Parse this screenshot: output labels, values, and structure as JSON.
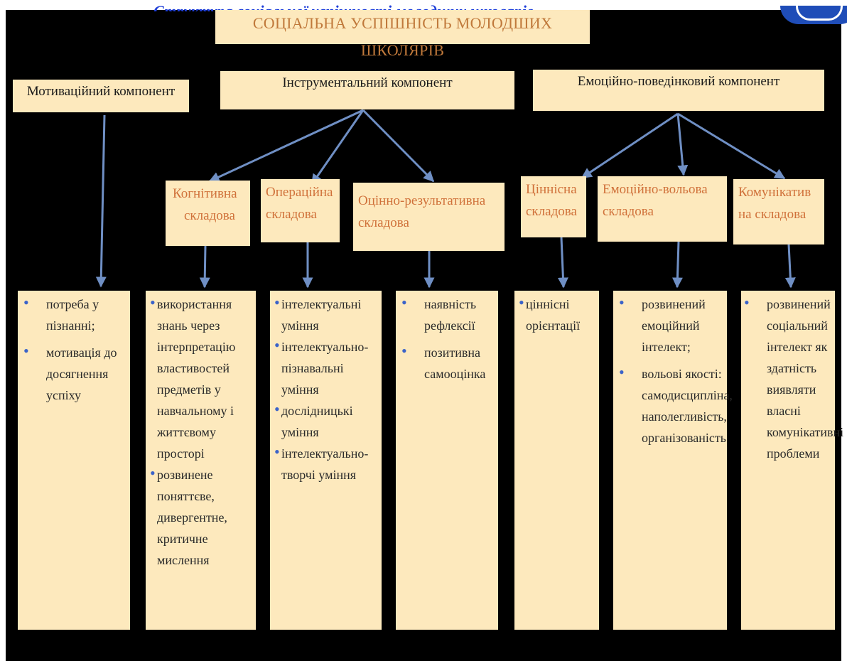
{
  "title": "СОЦІАЛЬНА УСПІШНІСТЬ МОЛОДШИХ ШКОЛЯРІВ",
  "top_caption": "Структура соціальної успішності молодших школярів",
  "colors": {
    "box_fill": "#fde9bd",
    "arrow": "#6f8fc4",
    "title_text": "#c0793b",
    "sub_text": "#d0713a",
    "bullet": "#3b63c9"
  },
  "components": {
    "motivational": "Мотиваційний компонент",
    "instrumental": "Інструментальний компонент",
    "emotional": "Емоційно-поведінковий компонент"
  },
  "subcomponents": {
    "cognitive": [
      "Когнітивна",
      "складова"
    ],
    "operational": [
      "Операційна",
      "складова"
    ],
    "evaluative": [
      "Оцінно-результативна",
      "складова"
    ],
    "value": [
      "Ціннісна",
      "складова"
    ],
    "emotional_volitional": [
      "Емоційно-вольова",
      "складова"
    ],
    "communicative": [
      "Комунікатив",
      "на складова"
    ]
  },
  "lists": {
    "motivational": [
      "потреба у пізнанні;",
      "мотивація до досягнення успіху"
    ],
    "cognitive": [
      "використання знань через інтерпретацію властивостей предметів у навчальному і життєвому просторі",
      "розвинене поняттєве, дивергентне, критичне мислення"
    ],
    "operational": [
      "інтелектуальні уміння",
      "інтелектуально-пізнавальні уміння",
      "дослідницькі уміння",
      "інтелектуально-творчі уміння"
    ],
    "evaluative": [
      "наявність рефлексії",
      "позитивна самооцінка"
    ],
    "value": [
      "ціннісні орієнтації"
    ],
    "emotional_volitional": [
      "розвинений емоційний інтелект;",
      "вольові якості: самодисципліна, наполегливість, організованість"
    ],
    "communicative": [
      "розвинений соціальний інтелект як здатність виявляти власні комунікативні проблеми"
    ]
  }
}
